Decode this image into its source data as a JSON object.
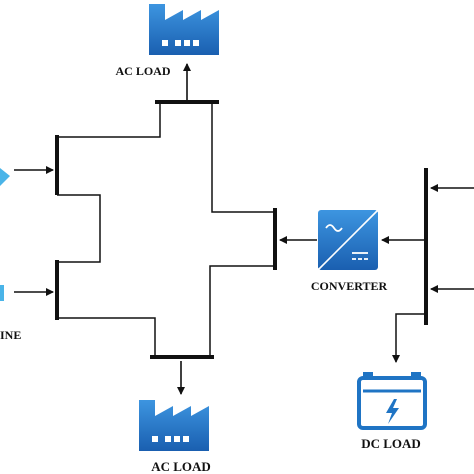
{
  "labels": {
    "ac_load_top": "AC LOAD",
    "ac_load_bottom": "AC LOAD",
    "converter": "CONVERTER",
    "dc_load": "DC LOAD",
    "left_cut_label": "INE"
  },
  "icons": {
    "ac_load_top": "factory-icon",
    "ac_load_bottom": "factory-icon",
    "converter": "ac-dc-converter-icon",
    "dc_load": "battery-icon",
    "left_top_source": "wind-turbine-icon",
    "left_bottom_source": "wind-turbine-icon"
  },
  "colors": {
    "line": "#111111",
    "icon_blue": "#1f74c4",
    "icon_blue_light": "#3d95e0",
    "icon_light_blue": "#4ab4e8"
  }
}
